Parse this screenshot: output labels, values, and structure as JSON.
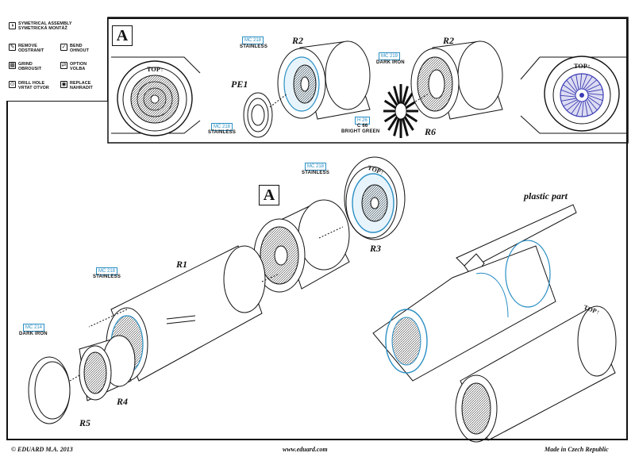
{
  "legend": {
    "items": [
      {
        "icon": "symmetric-assembly-icon",
        "text": "SYMETRICAL ASSEMBLY\nSYMETRICKÁ MONTÁŽ"
      },
      {
        "icon": "remove-icon",
        "text": "REMOVE\nODSTRANIT"
      },
      {
        "icon": "bend-icon",
        "text": "BEND\nOHNOUT"
      },
      {
        "icon": "grind-icon",
        "text": "GRIND\nOBROUSIT"
      },
      {
        "icon": "option-icon",
        "text": "OPTION\nVOLBA"
      },
      {
        "icon": "drill-hole-icon",
        "text": "DRILL HOLE\nVRTAT OTVOR"
      },
      {
        "icon": "replace-icon",
        "text": "REPLACE\nNAHRADIT"
      }
    ]
  },
  "detail": {
    "label": "A",
    "top_label": "TOP",
    "parts": {
      "r2": "R2",
      "pe1": "PE1",
      "r6": "R6"
    },
    "paints": {
      "mc218_top": {
        "code": "MC 218",
        "name": "STAINLESS"
      },
      "mc218_pe1": {
        "code": "MC 218",
        "name": "STAINLESS"
      },
      "mc219": {
        "code": "MC 219",
        "name": "DARK IRON"
      },
      "h26": {
        "code": "H 26",
        "name": "C 66",
        "extra": "BRIGHT GREEN"
      }
    }
  },
  "main": {
    "label": "A",
    "top_label": "TOP",
    "parts": {
      "r1": "R1",
      "r3": "R3",
      "r4": "R4",
      "r5": "R5"
    },
    "plastic_part": "plastic part",
    "paints": {
      "mc218_r3": {
        "code": "MC 218",
        "name": "STAINLESS"
      },
      "mc218_r1": {
        "code": "MC 218",
        "name": "STAINLESS"
      },
      "mc214": {
        "code": "MC 214",
        "name": "DARK IRON"
      }
    }
  },
  "footer": {
    "copyright": "© EDUARD  M.A. 2013",
    "website": "www.eduard.com",
    "origin": "Made in Czech Republic"
  },
  "colors": {
    "accent": "#2a8fc4",
    "ink": "#111111",
    "blue_fill": "#3b3bb5"
  }
}
